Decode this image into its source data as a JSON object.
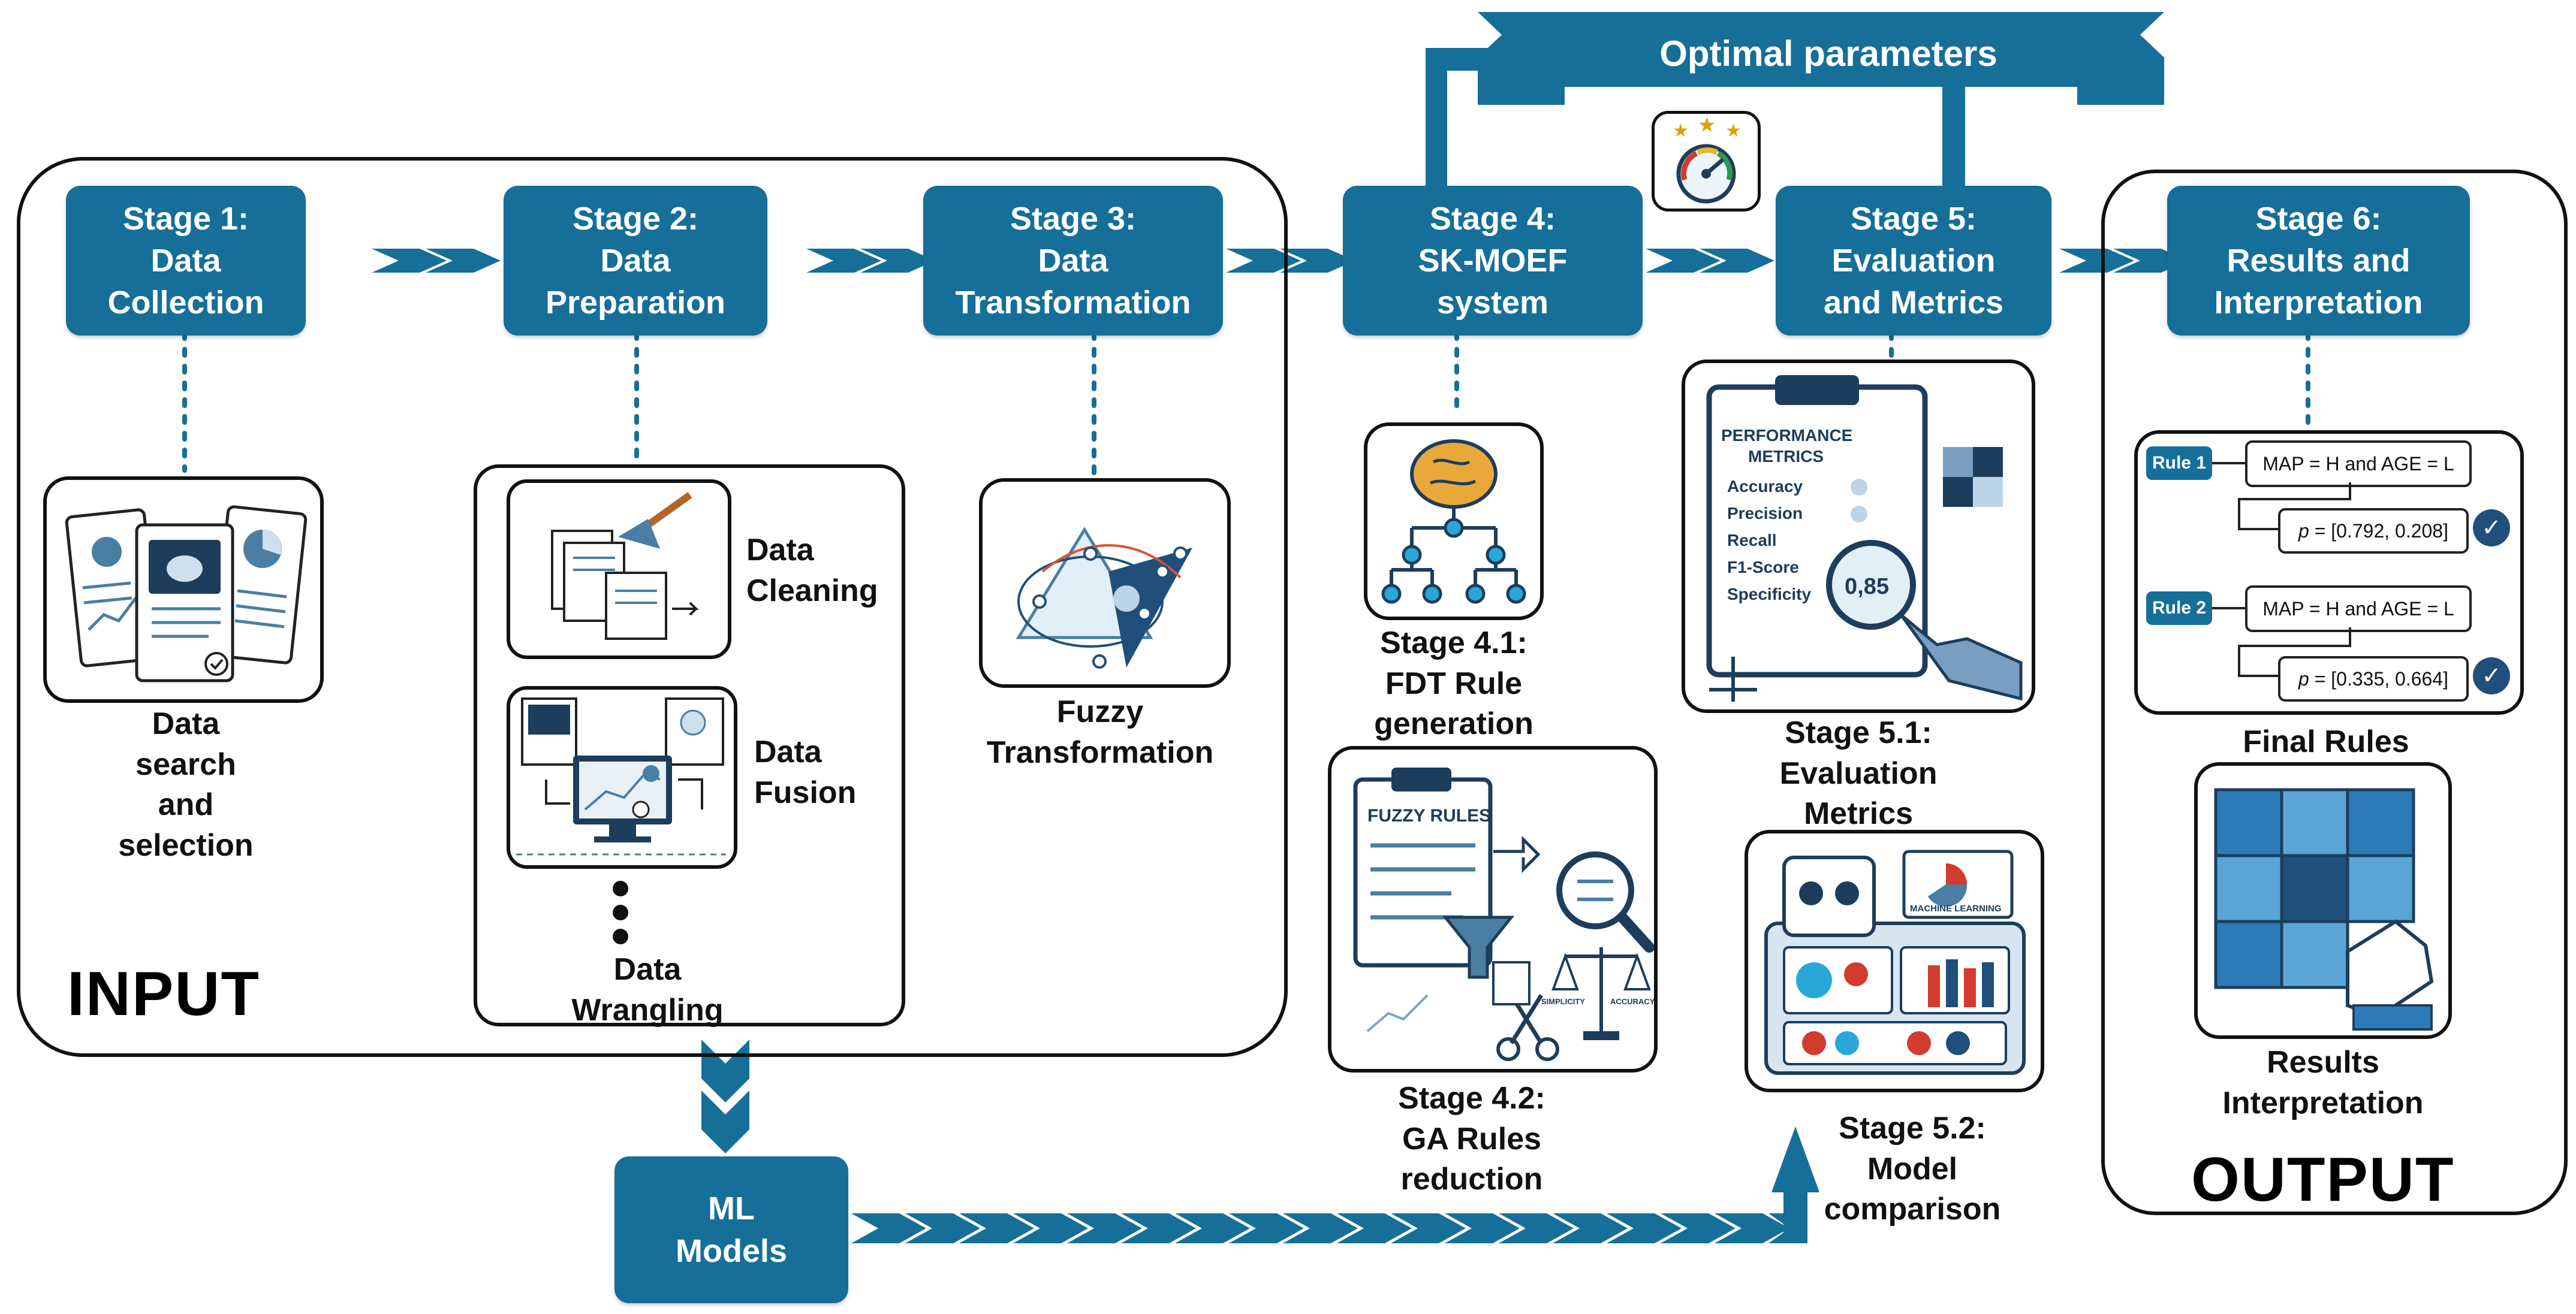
{
  "banner": {
    "label": "Optimal parameters"
  },
  "regions": {
    "input": "INPUT",
    "output": "OUTPUT"
  },
  "stages": [
    {
      "id": "stage1",
      "label": "Stage 1:\nData\nCollection"
    },
    {
      "id": "stage2",
      "label": "Stage 2:\nData\nPreparation"
    },
    {
      "id": "stage3",
      "label": "Stage 3:\nData\nTransformation"
    },
    {
      "id": "stage4",
      "label": "Stage 4:\nSK-MOEF\nsystem"
    },
    {
      "id": "stage5",
      "label": "Stage 5:\nEvaluation\nand Metrics"
    },
    {
      "id": "stage6",
      "label": "Stage 6:\nResults and\nInterpretation"
    }
  ],
  "ml_models": "ML\nModels",
  "labels": {
    "data_search": "Data\nsearch\nand\nselection",
    "data_cleaning": "Data\nCleaning",
    "data_fusion": "Data\nFusion",
    "data_wrangling": "Data\nWrangling",
    "fuzzy_transformation": "Fuzzy\nTransformation",
    "stage41": "Stage 4.1:\nFDT Rule\ngeneration",
    "stage42": "Stage 4.2:\nGA Rules\nreduction",
    "stage51": "Stage 5.1:\nEvaluation\nMetrics",
    "stage52": "Stage 5.2:\nModel\ncomparison",
    "final_rules": "Final Rules",
    "results_interpretation": "Results\nInterpretation"
  },
  "metrics_card": {
    "title": "PERFORMANCE\nMETRICS",
    "items": [
      "Accuracy",
      "Precision",
      "Recall",
      "F1-Score",
      "Specificity"
    ],
    "score": "0,85"
  },
  "fuzzy_rules_card": {
    "title": "FUZZY RULES",
    "simplicity": "SIMPLICITY",
    "accuracy": "ACCURACY"
  },
  "ml_card": {
    "title": "MACHINE LEARNING"
  },
  "rules": [
    {
      "tag": "Rule 1",
      "condition": "MAP = H and AGE = L",
      "p_label": "p",
      "p_value": "= [0.792, 0.208]"
    },
    {
      "tag": "Rule 2",
      "condition": "MAP = H and AGE = L",
      "p_label": "p",
      "p_value": "= [0.335, 0.664]"
    }
  ],
  "colors": {
    "stage": "#156f99",
    "accent": "#1a6d95",
    "ink": "#111111"
  }
}
